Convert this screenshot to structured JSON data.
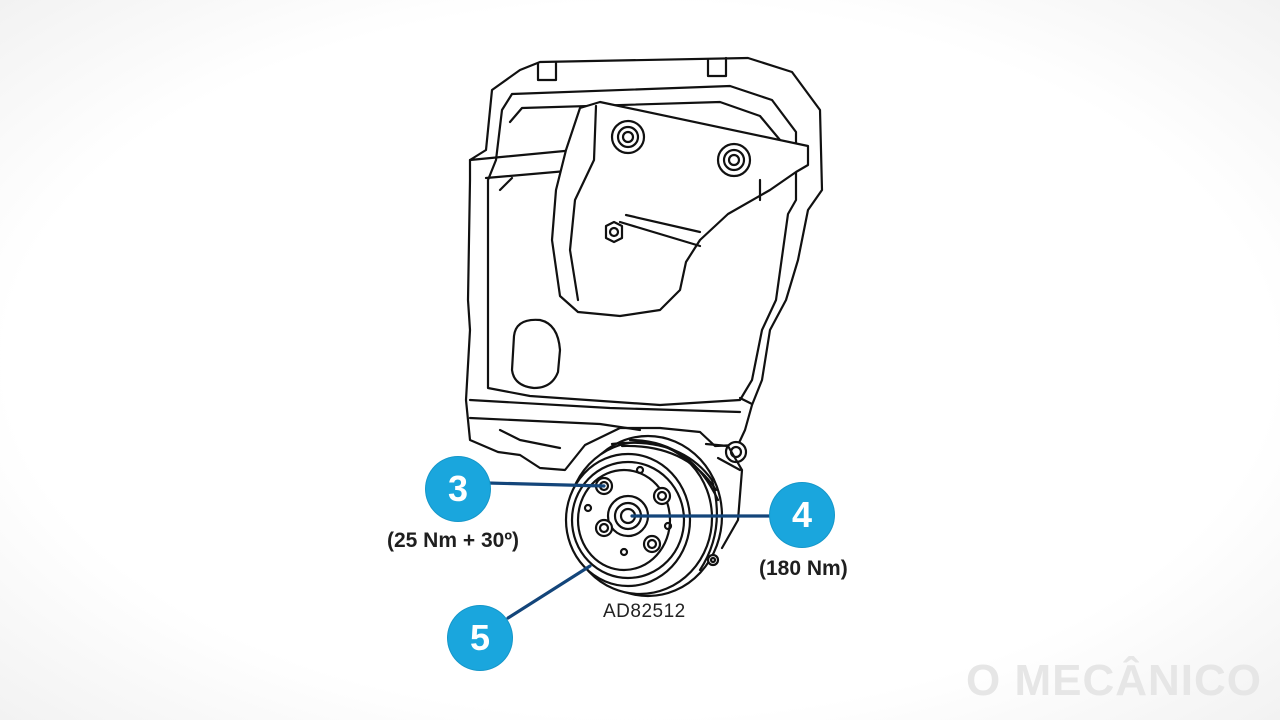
{
  "callouts": [
    {
      "number": "3",
      "torque": "(25 Nm + 30º)"
    },
    {
      "number": "4",
      "torque": "(180 Nm)"
    },
    {
      "number": "5",
      "torque": ""
    }
  ],
  "part_code": "AD82512",
  "watermark": "O MECÂNICO",
  "colors": {
    "badge": "#1aa6dd",
    "leader_line": "#13457a",
    "drawing_stroke": "#111111"
  }
}
